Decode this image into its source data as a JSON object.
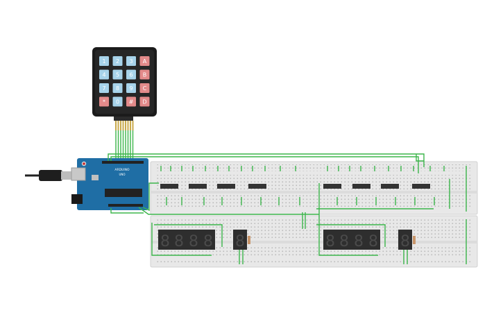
{
  "canvas": {
    "background": "#ffffff"
  },
  "keypad": {
    "keys": [
      "1",
      "2",
      "3",
      "A",
      "4",
      "5",
      "6",
      "B",
      "7",
      "8",
      "9",
      "C",
      "*",
      "0",
      "#",
      "D"
    ],
    "colors": {
      "numeric": "#a7d3ea",
      "function": "#e38a8a",
      "body": "#1b1b1b"
    }
  },
  "arduino": {
    "board_color": "#1f6ea5",
    "label": "ARDUINO",
    "sublabel": "UNO"
  },
  "displays": {
    "left_quad_digits": [
      "8",
      "8",
      "8",
      "8"
    ],
    "left_single_digit": "8",
    "right_quad_digits": [
      "8",
      "8",
      "8",
      "8"
    ],
    "right_single_digit": "8",
    "segment_color": "#4a4a4a",
    "body_color": "#2e2e2e"
  },
  "wires": {
    "color": "#3bb54a"
  }
}
